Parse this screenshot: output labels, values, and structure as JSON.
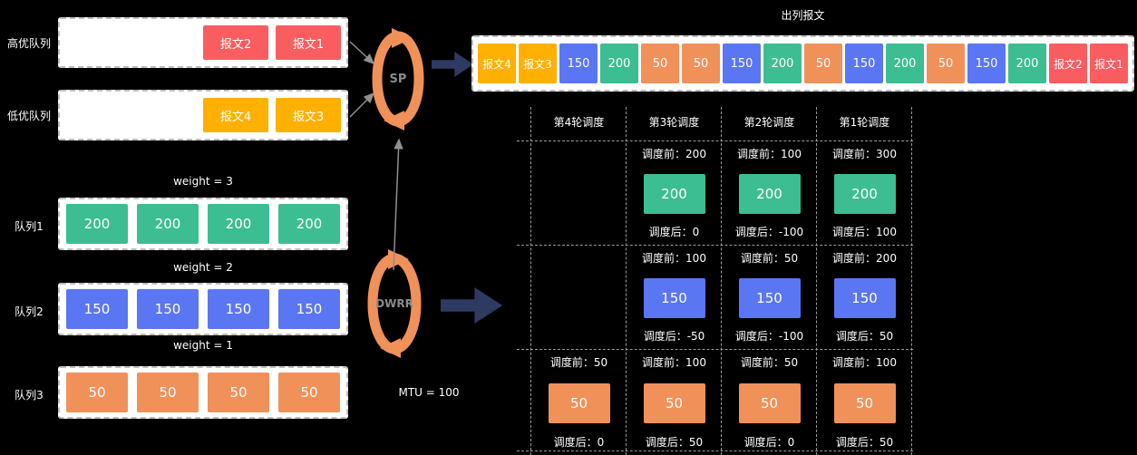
{
  "colors": {
    "red": "#FA5D60",
    "amber": "#FFB000",
    "green": "#3CBD92",
    "blue": "#5B76F2",
    "orange": "#F0915A",
    "navy": "#2F3A63"
  },
  "sp": {
    "label": "SP",
    "high_queue": {
      "label": "高优队列",
      "packets": [
        "报文2",
        "报文1"
      ]
    },
    "low_queue": {
      "label": "低优队列",
      "packets": [
        "报文4",
        "报文3"
      ]
    }
  },
  "dwrr": {
    "label": "DWRR",
    "mtu_label": "MTU = 100",
    "queues": [
      {
        "label": "队列1",
        "weight": "weight = 3",
        "color": "green",
        "packets": [
          "200",
          "200",
          "200",
          "200"
        ]
      },
      {
        "label": "队列2",
        "weight": "weight = 2",
        "color": "blue",
        "packets": [
          "150",
          "150",
          "150",
          "150"
        ]
      },
      {
        "label": "队列3",
        "weight": "weight = 1",
        "color": "orange",
        "packets": [
          "50",
          "50",
          "50",
          "50"
        ]
      }
    ]
  },
  "output": {
    "title": "出列报文",
    "packets": [
      {
        "label": "报文4",
        "color": "amber"
      },
      {
        "label": "报文3",
        "color": "amber"
      },
      {
        "label": "150",
        "color": "blue"
      },
      {
        "label": "200",
        "color": "green"
      },
      {
        "label": "50",
        "color": "orange"
      },
      {
        "label": "50",
        "color": "orange"
      },
      {
        "label": "150",
        "color": "blue"
      },
      {
        "label": "200",
        "color": "green"
      },
      {
        "label": "50",
        "color": "orange"
      },
      {
        "label": "150",
        "color": "blue"
      },
      {
        "label": "200",
        "color": "green"
      },
      {
        "label": "50",
        "color": "orange"
      },
      {
        "label": "150",
        "color": "blue"
      },
      {
        "label": "200",
        "color": "green"
      },
      {
        "label": "报文2",
        "color": "red"
      },
      {
        "label": "报文1",
        "color": "red"
      }
    ]
  },
  "table": {
    "headers": [
      "第4轮调度",
      "第3轮调度",
      "第2轮调度",
      "第1轮调度"
    ],
    "rows": [
      {
        "queue": "队列1",
        "color": "green",
        "cells": [
          {
            "before": "",
            "value": "",
            "after": ""
          },
          {
            "before": "调度前：200",
            "value": "200",
            "after": "调度后：0"
          },
          {
            "before": "调度前：100",
            "value": "200",
            "after": "调度后：-100"
          },
          {
            "before": "调度前：300",
            "value": "200",
            "after": "调度后：100"
          }
        ]
      },
      {
        "queue": "队列2",
        "color": "blue",
        "cells": [
          {
            "before": "",
            "value": "",
            "after": ""
          },
          {
            "before": "调度前：100",
            "value": "150",
            "after": "调度后：-50"
          },
          {
            "before": "调度前：50",
            "value": "150",
            "after": "调度后：-100"
          },
          {
            "before": "调度前：200",
            "value": "150",
            "after": "调度后：50"
          }
        ]
      },
      {
        "queue": "队列3",
        "color": "orange",
        "cells": [
          {
            "before": "调度前：50",
            "value": "50",
            "after": "调度后：0"
          },
          {
            "before": "调度前：100",
            "value": "50",
            "after": "调度后：50"
          },
          {
            "before": "调度前：50",
            "value": "50",
            "after": "调度后：0"
          },
          {
            "before": "调度前：100",
            "value": "50",
            "after": "调度后：50"
          }
        ]
      }
    ]
  }
}
